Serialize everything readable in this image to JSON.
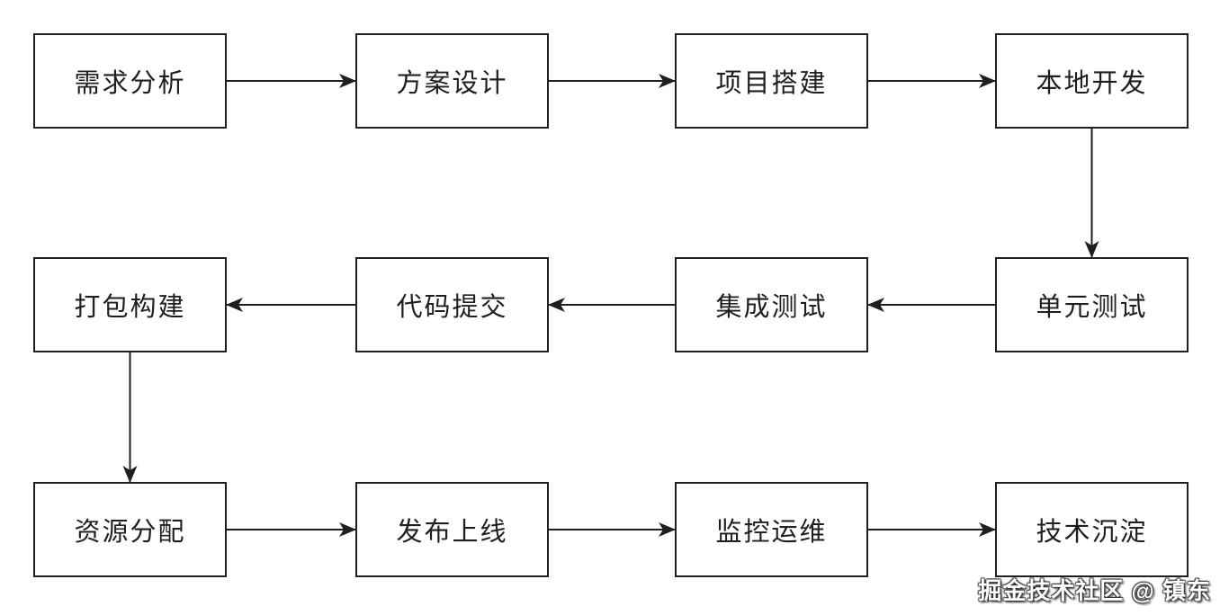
{
  "diagram": {
    "colors": {
      "background": "#ffffff",
      "box_fill": "#ffffff",
      "box_border": "#1f1f1f",
      "text": "#1f1f1f",
      "line": "#1f1f1f"
    },
    "nodes": [
      {
        "id": "requirements-analysis",
        "label": "需求分析",
        "row": 0,
        "col": 0
      },
      {
        "id": "solution-design",
        "label": "方案设计",
        "row": 0,
        "col": 1
      },
      {
        "id": "project-setup",
        "label": "项目搭建",
        "row": 0,
        "col": 2
      },
      {
        "id": "local-development",
        "label": "本地开发",
        "row": 0,
        "col": 3
      },
      {
        "id": "unit-testing",
        "label": "单元测试",
        "row": 1,
        "col": 3
      },
      {
        "id": "integration-testing",
        "label": "集成测试",
        "row": 1,
        "col": 2
      },
      {
        "id": "code-commit",
        "label": "代码提交",
        "row": 1,
        "col": 1
      },
      {
        "id": "package-build",
        "label": "打包构建",
        "row": 1,
        "col": 0
      },
      {
        "id": "resource-allocation",
        "label": "资源分配",
        "row": 2,
        "col": 0
      },
      {
        "id": "release-launch",
        "label": "发布上线",
        "row": 2,
        "col": 1
      },
      {
        "id": "monitoring-operations",
        "label": "监控运维",
        "row": 2,
        "col": 2
      },
      {
        "id": "technical-accumulation",
        "label": "技术沉淀",
        "row": 2,
        "col": 3
      }
    ],
    "edges": [
      {
        "from": "requirements-analysis",
        "to": "solution-design"
      },
      {
        "from": "solution-design",
        "to": "project-setup"
      },
      {
        "from": "project-setup",
        "to": "local-development"
      },
      {
        "from": "local-development",
        "to": "unit-testing"
      },
      {
        "from": "unit-testing",
        "to": "integration-testing"
      },
      {
        "from": "integration-testing",
        "to": "code-commit"
      },
      {
        "from": "code-commit",
        "to": "package-build"
      },
      {
        "from": "package-build",
        "to": "resource-allocation"
      },
      {
        "from": "resource-allocation",
        "to": "release-launch"
      },
      {
        "from": "release-launch",
        "to": "monitoring-operations"
      },
      {
        "from": "monitoring-operations",
        "to": "technical-accumulation"
      }
    ],
    "watermark": "掘金技术社区 @ 镇东"
  }
}
